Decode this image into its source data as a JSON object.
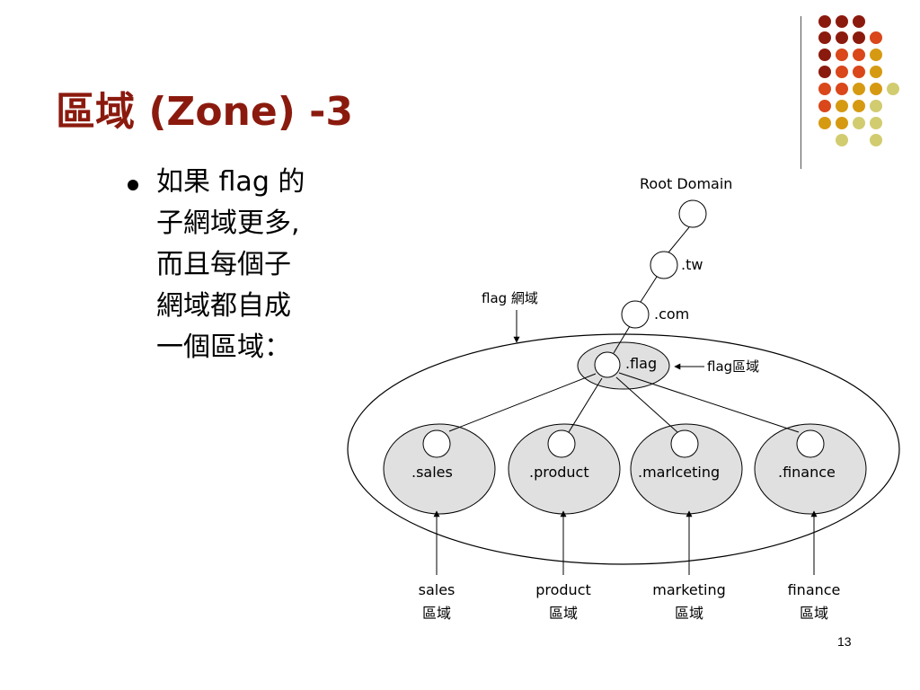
{
  "slide": {
    "title": "區域 (Zone) -3",
    "bullet_lines": [
      "如果 flag 的",
      "子網域更多,",
      "而且每個子",
      "網域都自成",
      "一個區域："
    ],
    "page_number": "13"
  },
  "decoration": {
    "colors": [
      "#8b1a0e",
      "#d9471a",
      "#d69a12",
      "#d2cc70"
    ]
  },
  "diagram": {
    "root_label": "Root Domain",
    "tw_label": ".tw",
    "com_label": ".com",
    "flag_label": ".flag",
    "flag_net_label": "flag 網域",
    "flag_zone_label": "flag區域",
    "subdomains": [
      ".sales",
      ".product",
      ".marlceting",
      ".finance"
    ],
    "zone_labels": [
      {
        "name": "sales",
        "zone": "區域"
      },
      {
        "name": "product",
        "zone": "區域"
      },
      {
        "name": "marketing",
        "zone": "區域"
      },
      {
        "name": "finance",
        "zone": "區域"
      }
    ]
  }
}
